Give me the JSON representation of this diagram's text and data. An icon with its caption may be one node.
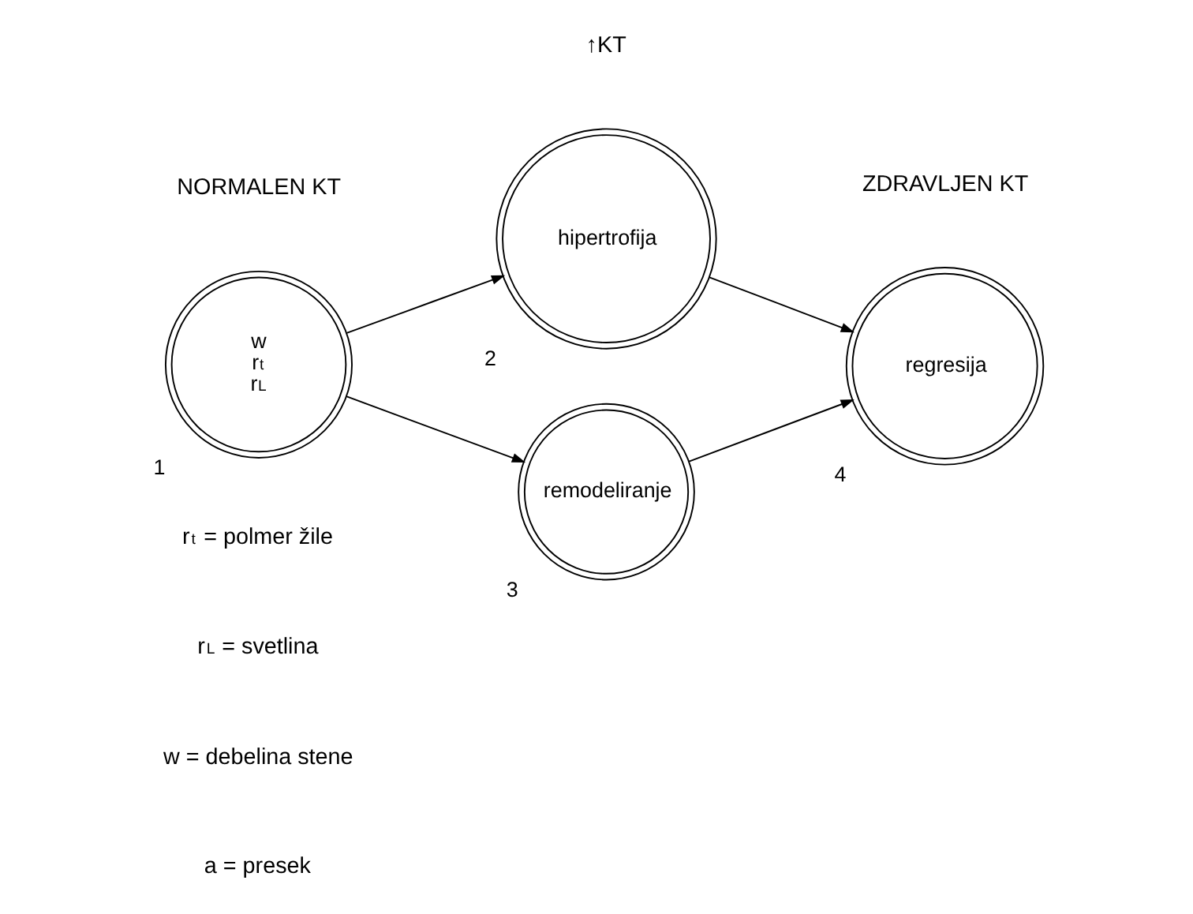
{
  "diagram": {
    "nodes": [
      {
        "text": [
          "w",
          "r$_{t}$",
          "r$_{L}$"
        ],
        "beside": [
          "1"
        ]
      },
      {
        "text": [
          "hipertrofija"
        ],
        "beside": [
          "2"
        ]
      },
      {
        "text": [
          "remodeliranje"
        ],
        "beside": [
          "3"
        ]
      },
      {
        "text": [
          "regresija"
        ],
        "beside": [
          "4"
        ]
      }
    ],
    "edges": [
      {
        "from": 0,
        "to": 1,
        "arrow": "to"
      },
      {
        "from": 0,
        "to": 2,
        "arrow": "to"
      },
      {
        "from": 1,
        "to": 3,
        "arrow": "to"
      },
      {
        "from": 2,
        "to": 3,
        "arrow": "to"
      }
    ],
    "labels": [
      "NORMALEN KT",
      "↑KT",
      "ZDRAVLJEN KT",
      "r$_{t}$ = polmer žile",
      "r$_{L}$ = svetlina",
      "w = debelina stene",
      "a = presek"
    ]
  }
}
